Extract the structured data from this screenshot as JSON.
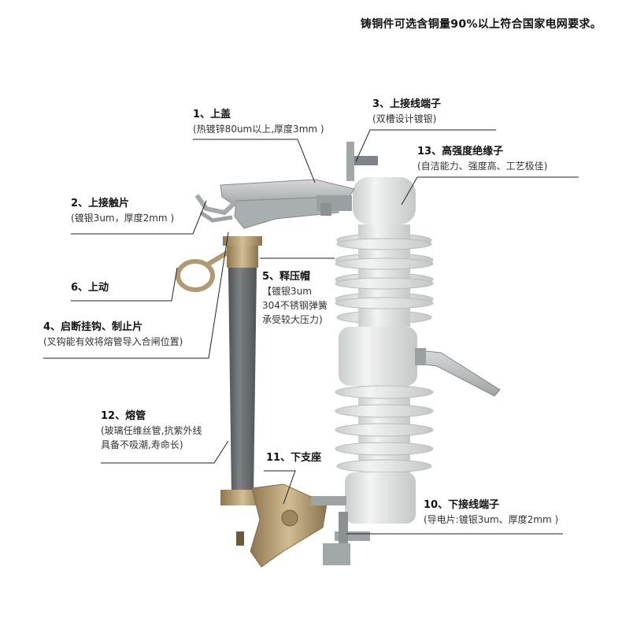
{
  "header_note": "铸铜件可选含铜量90%以上符合国家电网要求。",
  "callouts": {
    "c1": {
      "title": "1、上盖",
      "lines": [
        "(热镀锌80um以上,厚度3mm )"
      ]
    },
    "c3": {
      "title": "3、上接线端子",
      "lines": [
        "(双槽设计镀银)"
      ]
    },
    "c13": {
      "title": "13、高强度绝缘子",
      "lines": [
        "(自洁能力、强度高、工艺极佳)"
      ]
    },
    "c2": {
      "title": "2、上接触片",
      "lines": [
        "(镀银3um，厚度2mm )"
      ]
    },
    "c5": {
      "title": "5、释压帽",
      "lines": [
        "【镀银3um",
        "304不锈钢弹簧",
        "承受较大压力)"
      ]
    },
    "c6": {
      "title": "6、上动",
      "lines": []
    },
    "c4": {
      "title": "4、启断挂钩、制止片",
      "lines": [
        "(叉钩能有效将熔管导入合闸位置)"
      ]
    },
    "c12": {
      "title": "12、熔管",
      "lines": [
        "(玻璃任维丝管,抗紫外线",
        "具备不吸潮,寿命长)"
      ]
    },
    "c11": {
      "title": "11、下支座",
      "lines": []
    },
    "c10": {
      "title": "10、下接线端子",
      "lines": [
        "(导电片:镀银3um、厚度2mm )"
      ]
    }
  },
  "colors": {
    "porcelain": "#e4e6e4",
    "galvanized": "#b9bdbf",
    "fuse_tube": "#6a6e70",
    "brass": "#b89e72"
  }
}
